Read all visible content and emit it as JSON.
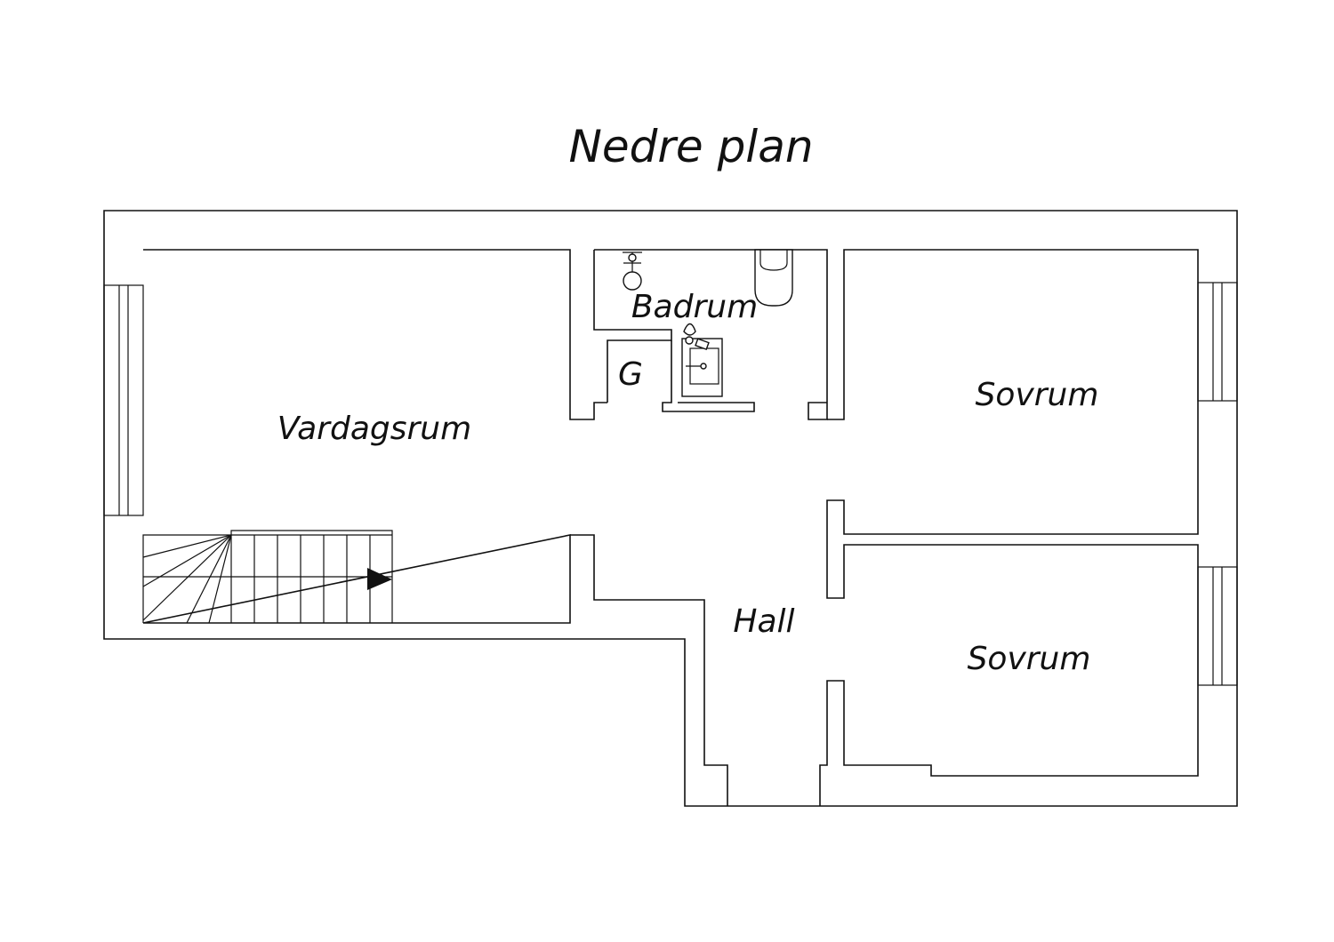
{
  "title": "Nedre plan",
  "rooms": {
    "vardagsrum": "Vardagsrum",
    "badrum": "Badrum",
    "g": "G",
    "sovrum_1": "Sovrum",
    "sovrum_2": "Sovrum",
    "hall": "Hall"
  },
  "colors": {
    "line": "#111111",
    "background": "#ffffff"
  },
  "icons": {
    "stair_arrow": "triangle-right-icon"
  }
}
